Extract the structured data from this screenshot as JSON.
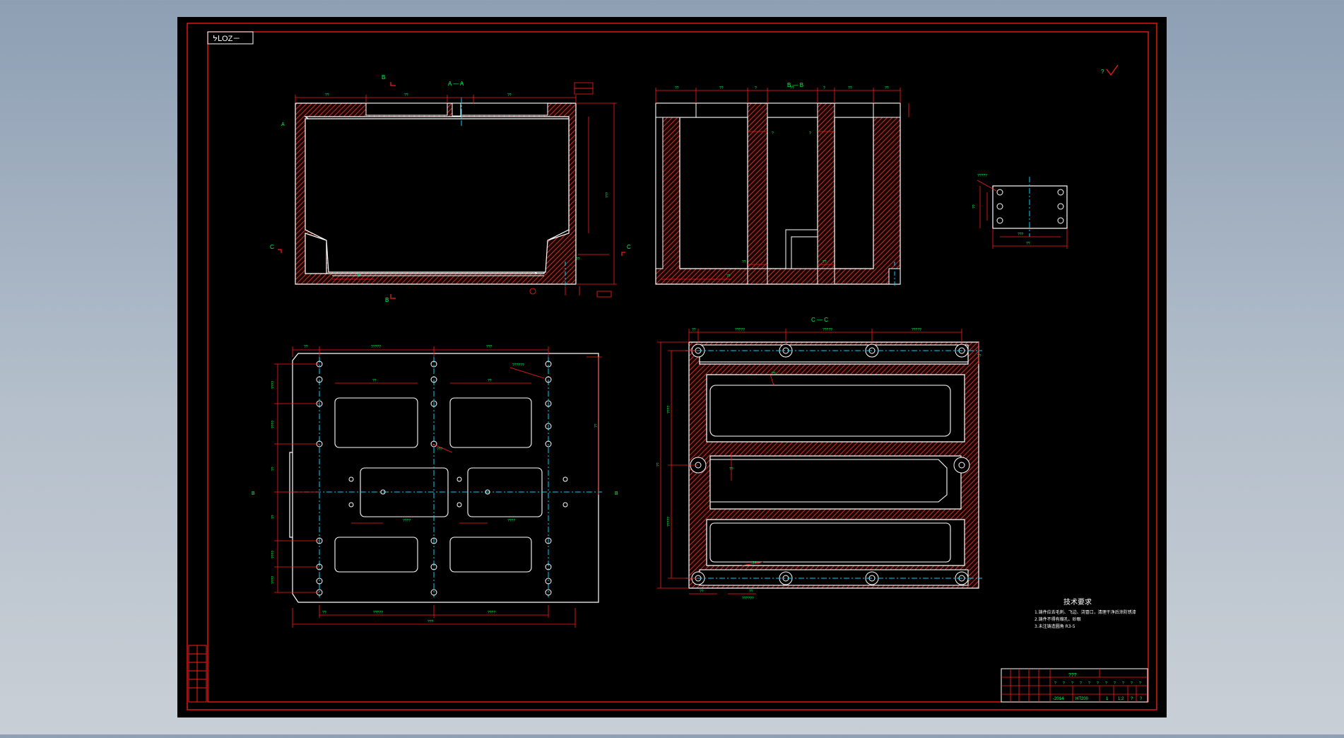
{
  "colors": {
    "background": "#000000",
    "frame": "#ff1a1a",
    "outline": "#ffffff",
    "dimension": "#00ff55",
    "centerline": "#00d0ff",
    "section_hatch": "#c0392b",
    "viewport_bg_top": "#8e9fb4"
  },
  "sheet": {
    "title_code": "ᔭᒪOZ－"
  },
  "views": {
    "section_aa_label": "A — A",
    "section_bb_label": "B — B",
    "section_cc_label": "C — C",
    "cut_b": "B",
    "cut_c": "C",
    "cut_a": "A"
  },
  "tech_requirements": {
    "heading": "技术要求",
    "lines": [
      "1.铸件应去毛刺、飞边、浇冒口，清理干净后涂防锈漆",
      "2.铸件不得有缩孔、砂眼",
      "3.未注铸造圆角 R3-5"
    ]
  },
  "roughness_symbol": "?",
  "title_block": {
    "name": "???",
    "label_row": [
      "?",
      "?",
      "?",
      "?",
      "?",
      "?",
      "?",
      "?",
      "?",
      "?",
      "?"
    ],
    "material": "-2014",
    "material_code": "HT200",
    "quantity": "1",
    "scale": "1:2",
    "sheet_no": "?",
    "sheet_total": "?"
  }
}
